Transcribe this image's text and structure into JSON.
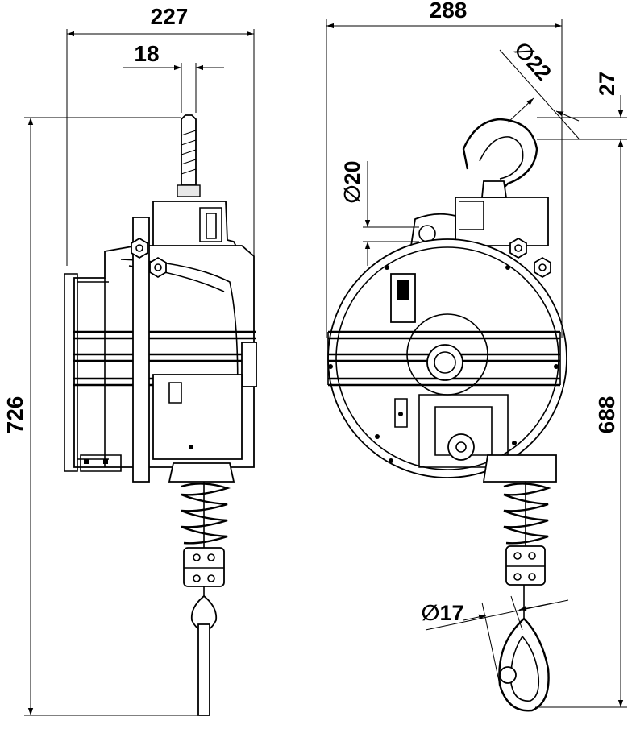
{
  "dimensions": {
    "width_side": "227",
    "hook_width": "18",
    "height_side": "726",
    "width_front": "288",
    "hook_diameter": "∅22",
    "hook_offset": "27",
    "eye_diameter": "∅20",
    "height_front": "688",
    "snap_hook_diameter": "∅17"
  }
}
